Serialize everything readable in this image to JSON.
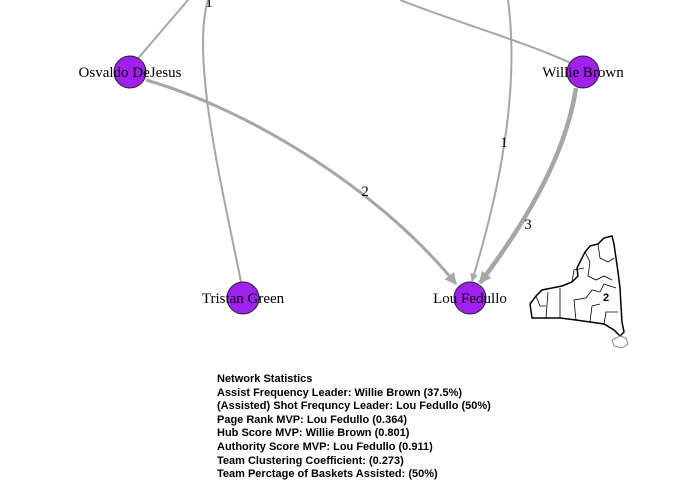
{
  "colors": {
    "node": "#a020f0",
    "edge": "#a6a6a6"
  },
  "graph": {
    "nodes": [
      {
        "id": "osvaldo",
        "label": "Osvaldo DeJesus"
      },
      {
        "id": "willie",
        "label": "Willie Brown"
      },
      {
        "id": "tristan",
        "label": "Tristan Green"
      },
      {
        "id": "lou",
        "label": "Lou Fedullo"
      }
    ],
    "edges": [
      {
        "from": "osvaldo",
        "to": "lou",
        "weight": "2"
      },
      {
        "from": "willie",
        "to": "lou",
        "weight": "3"
      },
      {
        "from": "tristan",
        "weight": "1"
      },
      {
        "to": "lou",
        "weight": "1"
      },
      {
        "from": "osvaldo"
      },
      {
        "from": "willie"
      }
    ]
  },
  "map": {
    "label": "2"
  },
  "stats": {
    "title": "Network Statistics",
    "lines": [
      "Assist Frequency Leader: Willie Brown (37.5%)",
      "(Assisted) Shot Frequncy Leader: Lou Fedullo (50%)",
      "Page Rank MVP: Lou Fedullo (0.364)",
      "Hub Score MVP: Willie Brown (0.801)",
      "Authority Score MVP: Lou Fedullo (0.911)",
      "Team Clustering Coefficient: (0.273)",
      "Team Perctage of Baskets Assisted: (50%)"
    ]
  }
}
